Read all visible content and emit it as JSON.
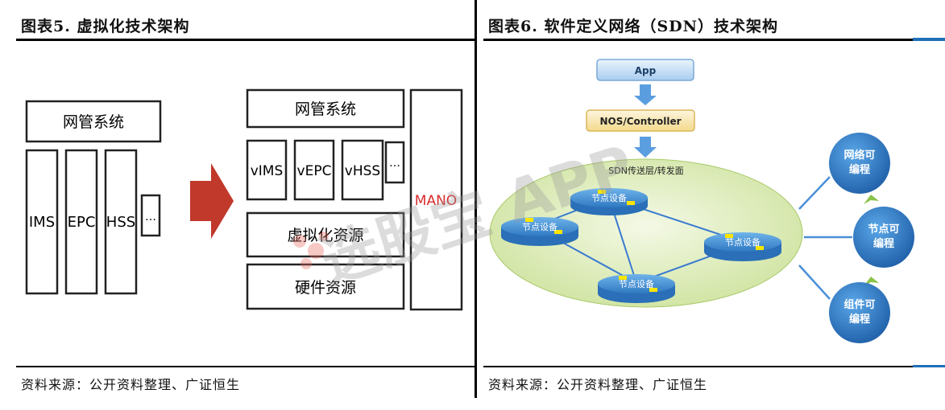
{
  "left": {
    "figure_title": "图表5.   虚拟化技术架构",
    "source": "资料来源：公开资料整理、广证恒生",
    "diagram": {
      "mgmt_left": "网管系统",
      "ims": "IMS",
      "epc": "EPC",
      "hss": "HSS",
      "more_left": "…",
      "mgmt_right": "网管系统",
      "vims": "vIMS",
      "vepc": "vEPC",
      "vhss": "vHSS",
      "more_right": "…",
      "virtual_resource": "虚拟化资源",
      "hardware_resource": "硬件资源",
      "mano": "MANO"
    }
  },
  "right": {
    "figure_title": "图表6.   软件定义网络（SDN）技术架构",
    "source": "资料来源：公开资料整理、广证恒生",
    "diagram": {
      "app": "App",
      "controller": "NOS/Controller",
      "sdn_layer": "SDN传送层/转发面",
      "node1": "节点设备",
      "node2": "节点设备",
      "node3": "节点设备",
      "node4": "节点设备",
      "net_programmable": "网络可\n编程",
      "node_programmable": "节点可\n编程",
      "comp_programmable": "组件可\n编程"
    }
  },
  "watermark": "选股宝 APP",
  "colors": {
    "mano_red": "#d92b2b",
    "arrow_red": "#c0392b",
    "sdn_blue": "#3a8fd6",
    "node_blue": "#2f79c2",
    "ellipse_green": "#dcebb7",
    "rule_blue": "#1e6fb8"
  }
}
